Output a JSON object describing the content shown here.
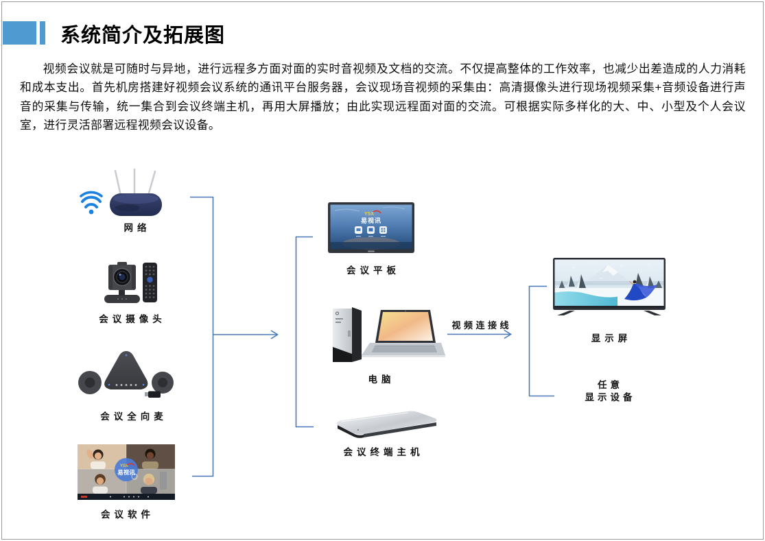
{
  "header": {
    "title": "系统简介及拓展图"
  },
  "intro": {
    "paragraph": "视频会议就是可随时与异地，进行远程多方面对面的实时音视频及文档的交流。不仅提高整体的工作效率，也减少出差造成的人力消耗和成本支出。首先机房搭建好视频会议系统的通讯平台服务器，会议现场音视频的采集由：高清摄像头进行现场视频采集+音频设备进行声音的采集与传输，统一集合到会议终端主机，再用大屏播放；由此实现远程面对面的交流。可根据实际多样化的大、中、小型及个人会议室，进行灵活部署远程视频会议设备。"
  },
  "diagram": {
    "nodes": {
      "network": "网络",
      "camera": "会议摄像头",
      "mic": "会议全向麦",
      "software": "会议软件",
      "panel": "会议平板",
      "computer": "电脑",
      "terminal": "会议终端主机",
      "display": "显示屏",
      "any_display_line1": "任意",
      "any_display_line2": "显示设备"
    },
    "video_cable_label": "视频连接线",
    "brand": {
      "latin": "YSX",
      "cn": "易视讯"
    }
  },
  "colors": {
    "accent_blue": "#4E9AD1",
    "connector_blue": "#4878B8",
    "wifi_blue": "#1B82E2"
  }
}
